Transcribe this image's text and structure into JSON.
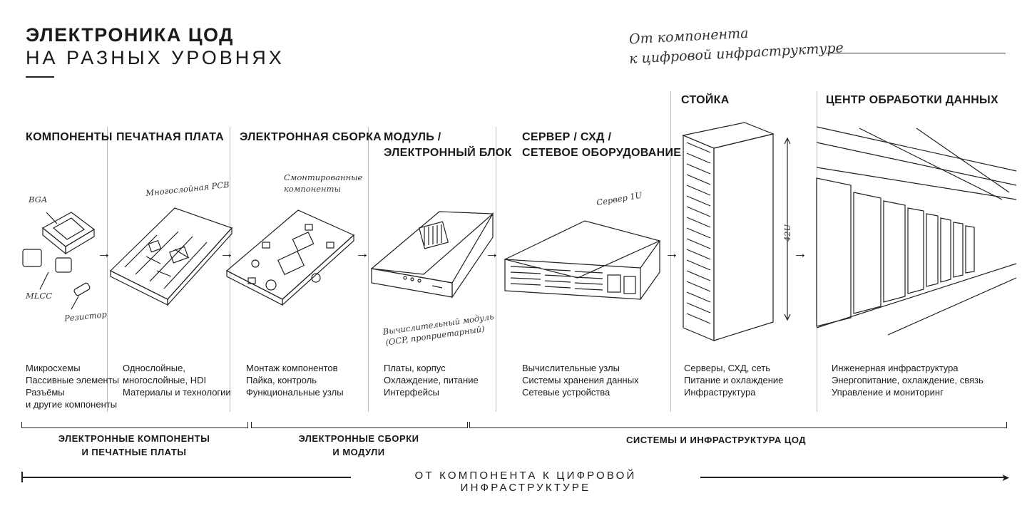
{
  "header": {
    "title_line1": "ЭЛЕКТРОНИКА ЦОД",
    "title_line2": "НА РАЗНЫХ УРОВНЯХ",
    "slogan_line1": "От компонента",
    "slogan_line2": "к цифровой инфраструктуре"
  },
  "stages": [
    {
      "title": "КОМПОНЕНТЫ",
      "desc": [
        "Микросхемы",
        "Пассивные элементы",
        "Разъёмы",
        "и другие компоненты"
      ]
    },
    {
      "title": "ПЕЧАТНАЯ ПЛАТА",
      "desc": [
        "Однослойные,",
        "многослойные, HDI",
        "Материалы и технологии"
      ]
    },
    {
      "title": "ЭЛЕКТРОННАЯ СБОРКА",
      "desc": [
        "Монтаж компонентов",
        "Пайка, контроль",
        "Функциональные узлы"
      ]
    },
    {
      "title_line1": "МОДУЛЬ /",
      "title_line2": "ЭЛЕКТРОННЫЙ БЛОК",
      "desc": [
        "Платы, корпус",
        "Охлаждение, питание",
        "Интерфейсы"
      ]
    },
    {
      "title_line1": "СЕРВЕР / СХД /",
      "title_line2": "СЕТЕВОЕ ОБОРУДОВАНИЕ",
      "desc": [
        "Вычислительные узлы",
        "Системы хранения данных",
        "Сетевые устройства"
      ]
    },
    {
      "title": "СТОЙКА",
      "desc": [
        "Серверы, СХД, сеть",
        "Питание и охлаждение",
        "Инфраструктура"
      ]
    },
    {
      "title": "ЦЕНТР ОБРАБОТКИ ДАННЫХ",
      "desc": [
        "Инженерная инфраструктура",
        "Энергопитание, охлаждение, связь",
        "Управление и мониторинг"
      ]
    }
  ],
  "annotations": {
    "bga": "BGA",
    "mlcc": "MLCC",
    "resistor": "Резистор",
    "pcb": "Многослойная PCB",
    "mounted_line1": "Смонтированные",
    "mounted_line2": "компоненты",
    "module_line1": "Вычислительный модуль",
    "module_line2": "(OCP, проприетарный)",
    "server": "Сервер 1U",
    "rack_height": "42U"
  },
  "groups": [
    {
      "line1": "ЭЛЕКТРОННЫЕ КОМПОНЕНТЫ",
      "line2": "И ПЕЧАТНЫЕ ПЛАТЫ"
    },
    {
      "line1": "ЭЛЕКТРОННЫЕ СБОРКИ",
      "line2": "И МОДУЛИ"
    },
    {
      "line1": "СИСТЕМЫ И ИНФРАСТРУКТУРА ЦОД"
    }
  ],
  "footer": {
    "axis_label": "ОТ КОМПОНЕНТА К ЦИФРОВОЙ ИНФРАСТРУКТУРЕ"
  }
}
